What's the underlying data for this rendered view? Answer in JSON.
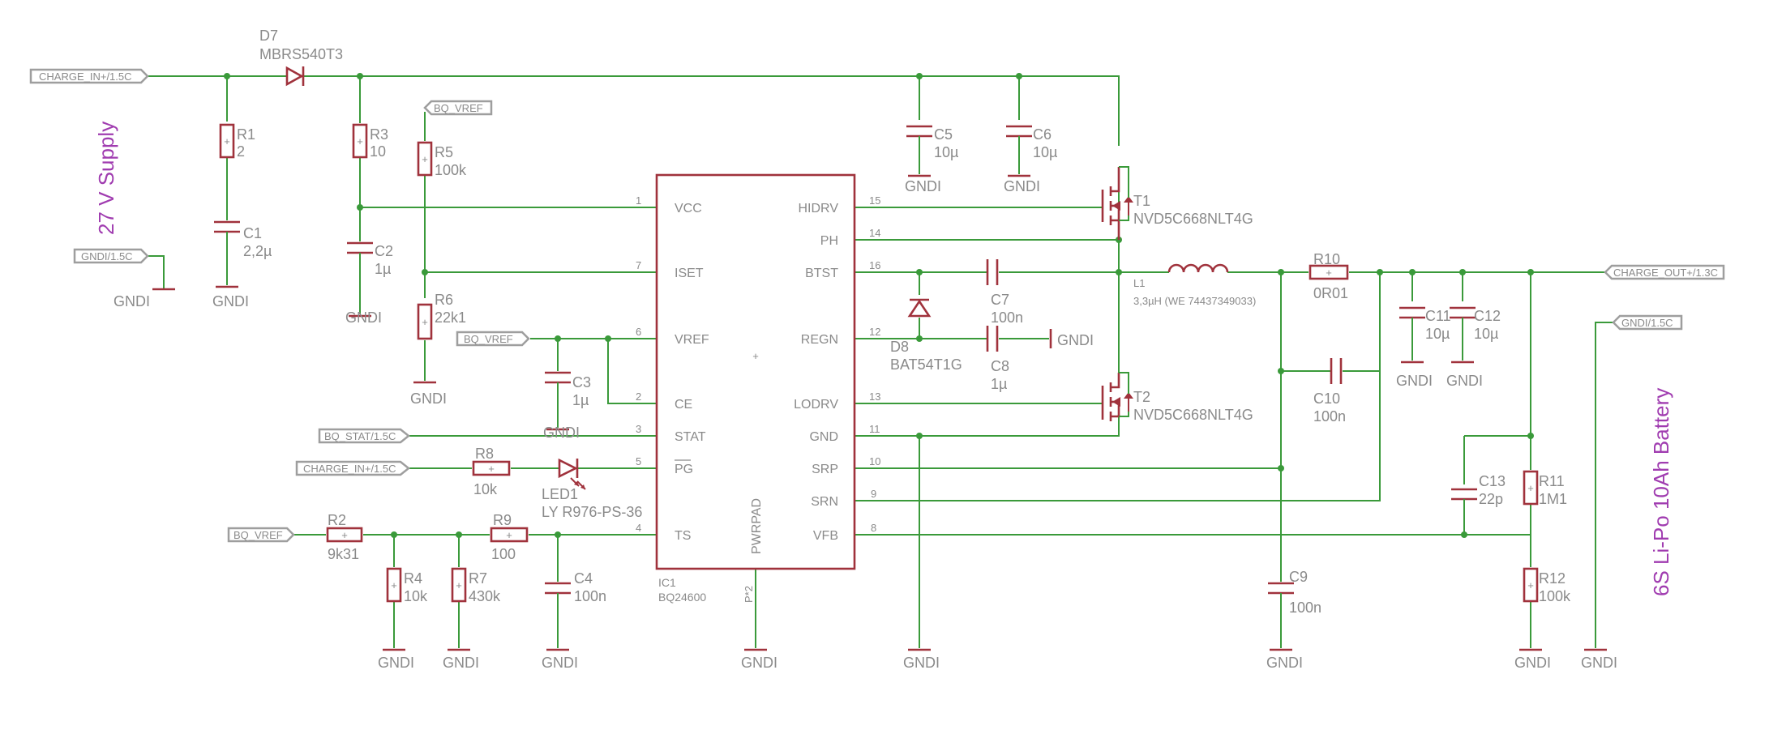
{
  "notes": {
    "supply": "27 V Supply",
    "battery": "6S Li-Po 10Ah Battery"
  },
  "tags": {
    "charge_in_top": "CHARGE_IN+/1.5C",
    "gndi_left": "GNDI/1.5C",
    "bq_vref_top": "BQ_VREF",
    "bq_vref_mid": "BQ_VREF",
    "bq_stat": "BQ_STAT/1.5C",
    "charge_in_pg": "CHARGE_IN+/1.5C",
    "bq_vref_bottom": "BQ_VREF",
    "charge_out": "CHARGE_OUT+/1.3C",
    "gndi_right": "GNDI/1.5C"
  },
  "ground_label": "GNDI",
  "ic": {
    "name": "IC1",
    "value": "BQ24600",
    "pwrpad": "PWRPAD",
    "pwrpad_pin": "P*2",
    "left_pins": [
      {
        "name": "VCC",
        "num": "1"
      },
      {
        "name": "ISET",
        "num": "7"
      },
      {
        "name": "VREF",
        "num": "6"
      },
      {
        "name": "CE",
        "num": "2"
      },
      {
        "name": "STAT",
        "num": "3"
      },
      {
        "name": "PG",
        "num": "5"
      },
      {
        "name": "TS",
        "num": "4"
      }
    ],
    "right_pins": [
      {
        "name": "HIDRV",
        "num": "15"
      },
      {
        "name": "PH",
        "num": "14"
      },
      {
        "name": "BTST",
        "num": "16"
      },
      {
        "name": "REGN",
        "num": "12"
      },
      {
        "name": "LODRV",
        "num": "13"
      },
      {
        "name": "GND",
        "num": "11"
      },
      {
        "name": "SRP",
        "num": "10"
      },
      {
        "name": "SRN",
        "num": "9"
      },
      {
        "name": "VFB",
        "num": "8"
      }
    ]
  },
  "parts": {
    "D7": {
      "ref": "D7",
      "value": "MBRS540T3"
    },
    "R1": {
      "ref": "R1",
      "value": "2"
    },
    "C1": {
      "ref": "C1",
      "value": "2,2µ"
    },
    "R3": {
      "ref": "R3",
      "value": "10"
    },
    "C2": {
      "ref": "C2",
      "value": "1µ"
    },
    "R5": {
      "ref": "R5",
      "value": "100k"
    },
    "R6": {
      "ref": "R6",
      "value": "22k1"
    },
    "C3": {
      "ref": "C3",
      "value": "1µ"
    },
    "R8": {
      "ref": "R8",
      "value": "10k"
    },
    "LED1": {
      "ref": "LED1",
      "value": "LY R976-PS-36"
    },
    "R2": {
      "ref": "R2",
      "value": "9k31"
    },
    "R4": {
      "ref": "R4",
      "value": "10k"
    },
    "R7": {
      "ref": "R7",
      "value": "430k"
    },
    "R9": {
      "ref": "R9",
      "value": "100"
    },
    "C4": {
      "ref": "C4",
      "value": "100n"
    },
    "C5": {
      "ref": "C5",
      "value": "10µ"
    },
    "C6": {
      "ref": "C6",
      "value": "10µ"
    },
    "T1": {
      "ref": "T1",
      "value": "NVD5C668NLT4G"
    },
    "T2": {
      "ref": "T2",
      "value": "NVD5C668NLT4G"
    },
    "C7": {
      "ref": "C7",
      "value": "100n"
    },
    "C8": {
      "ref": "C8",
      "value": "1µ"
    },
    "D8": {
      "ref": "D8",
      "value": "BAT54T1G"
    },
    "L1": {
      "ref": "L1",
      "value": "3,3µH (WE 74437349033)"
    },
    "R10": {
      "ref": "R10",
      "value": "0R01"
    },
    "C10": {
      "ref": "C10",
      "value": "100n"
    },
    "C9": {
      "ref": "C9",
      "value": "100n"
    },
    "C11": {
      "ref": "C11",
      "value": "10µ"
    },
    "C12": {
      "ref": "C12",
      "value": "10µ"
    },
    "C13": {
      "ref": "C13",
      "value": "22p"
    },
    "R11": {
      "ref": "R11",
      "value": "1M1"
    },
    "R12": {
      "ref": "R12",
      "value": "100k"
    }
  }
}
